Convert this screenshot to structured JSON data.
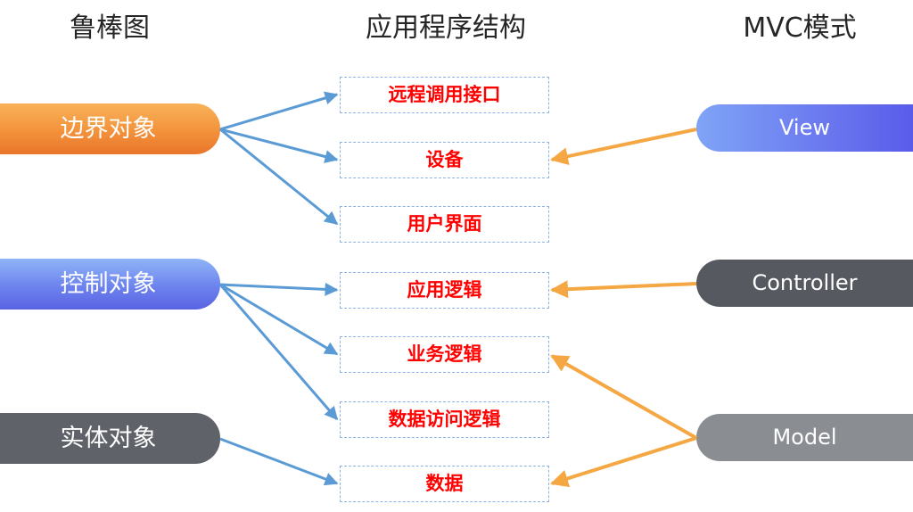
{
  "headers": {
    "left": "鲁棒图",
    "middle": "应用程序结构",
    "right": "MVC模式"
  },
  "robustness": {
    "boundary": "边界对象",
    "control": "控制对象",
    "entity": "实体对象"
  },
  "layers": [
    "远程调用接口",
    "设备",
    "用户界面",
    "应用逻辑",
    "业务逻辑",
    "数据访问逻辑",
    "数据"
  ],
  "mvc": {
    "view": "View",
    "controller": "Controller",
    "model": "Model"
  },
  "colors": {
    "blue_arrow": "#5b9bd5",
    "orange_arrow": "#f4a742",
    "layer_text": "#ff0000"
  }
}
